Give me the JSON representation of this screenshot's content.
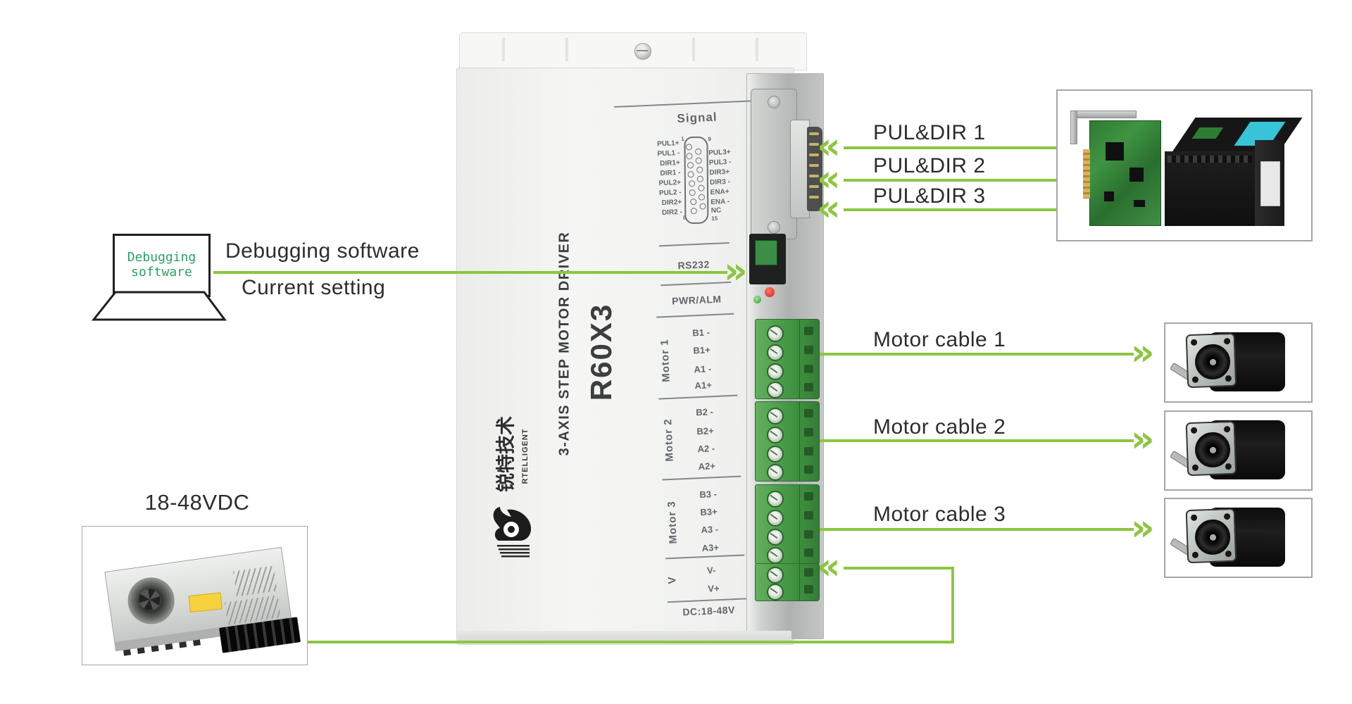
{
  "colors": {
    "accent_green": "#8CC63F",
    "terminal_green": "#4B9D49",
    "screen_text_green": "#2AA264",
    "driver_text_gray": "#63666A",
    "title_dark": "#3C3E40"
  },
  "icons": {
    "arrow_left": "«",
    "arrow_right": "»"
  },
  "driver": {
    "model": "R60X3",
    "title_vertical": "3-AXIS STEP MOTOR DRIVER",
    "brand_cn": "锐特技术",
    "brand_en": "RTELLIGENT",
    "signal": {
      "header": "Signal",
      "pin_left": [
        "PUL1+",
        "PUL1 -",
        "DIR1+",
        "DIR1 -",
        "PUL2+",
        "PUL2 -",
        "DIR2+",
        "DIR2 -"
      ],
      "pin_right": [
        "PUL3+",
        "PUL3 -",
        "DIR3+",
        "DIR3 -",
        "ENA+",
        "ENA -",
        "NC"
      ],
      "pin_numbers": {
        "top_left": "1",
        "bottom_left": "8",
        "top_right": "9",
        "bottom_right": "15"
      }
    },
    "ports": {
      "rs232": "RS232",
      "pwr_alm": "PWR/ALM"
    },
    "motors": [
      {
        "label": "Motor 1",
        "pins": [
          "B1 -",
          "B1+",
          "A1 -",
          "A1+"
        ]
      },
      {
        "label": "Motor 2",
        "pins": [
          "B2 -",
          "B2+",
          "A2 -",
          "A2+"
        ]
      },
      {
        "label": "Motor 3",
        "pins": [
          "B3 -",
          "B3+",
          "A3 -",
          "A3+"
        ]
      }
    ],
    "power_section": {
      "label": "V",
      "pin_minus": "V-",
      "pin_plus": "V+",
      "range": "DC:18-48V"
    }
  },
  "laptop": {
    "screen_line1": "Debugging",
    "screen_line2": "software"
  },
  "connections": {
    "debug_top": "Debugging software",
    "debug_bottom": "Current setting",
    "pul_dir": [
      "PUL&DIR 1",
      "PUL&DIR 2",
      "PUL&DIR 3"
    ],
    "motor_cables": [
      "Motor cable 1",
      "Motor cable 2",
      "Motor cable 3"
    ],
    "supply_label": "18-48VDC"
  }
}
